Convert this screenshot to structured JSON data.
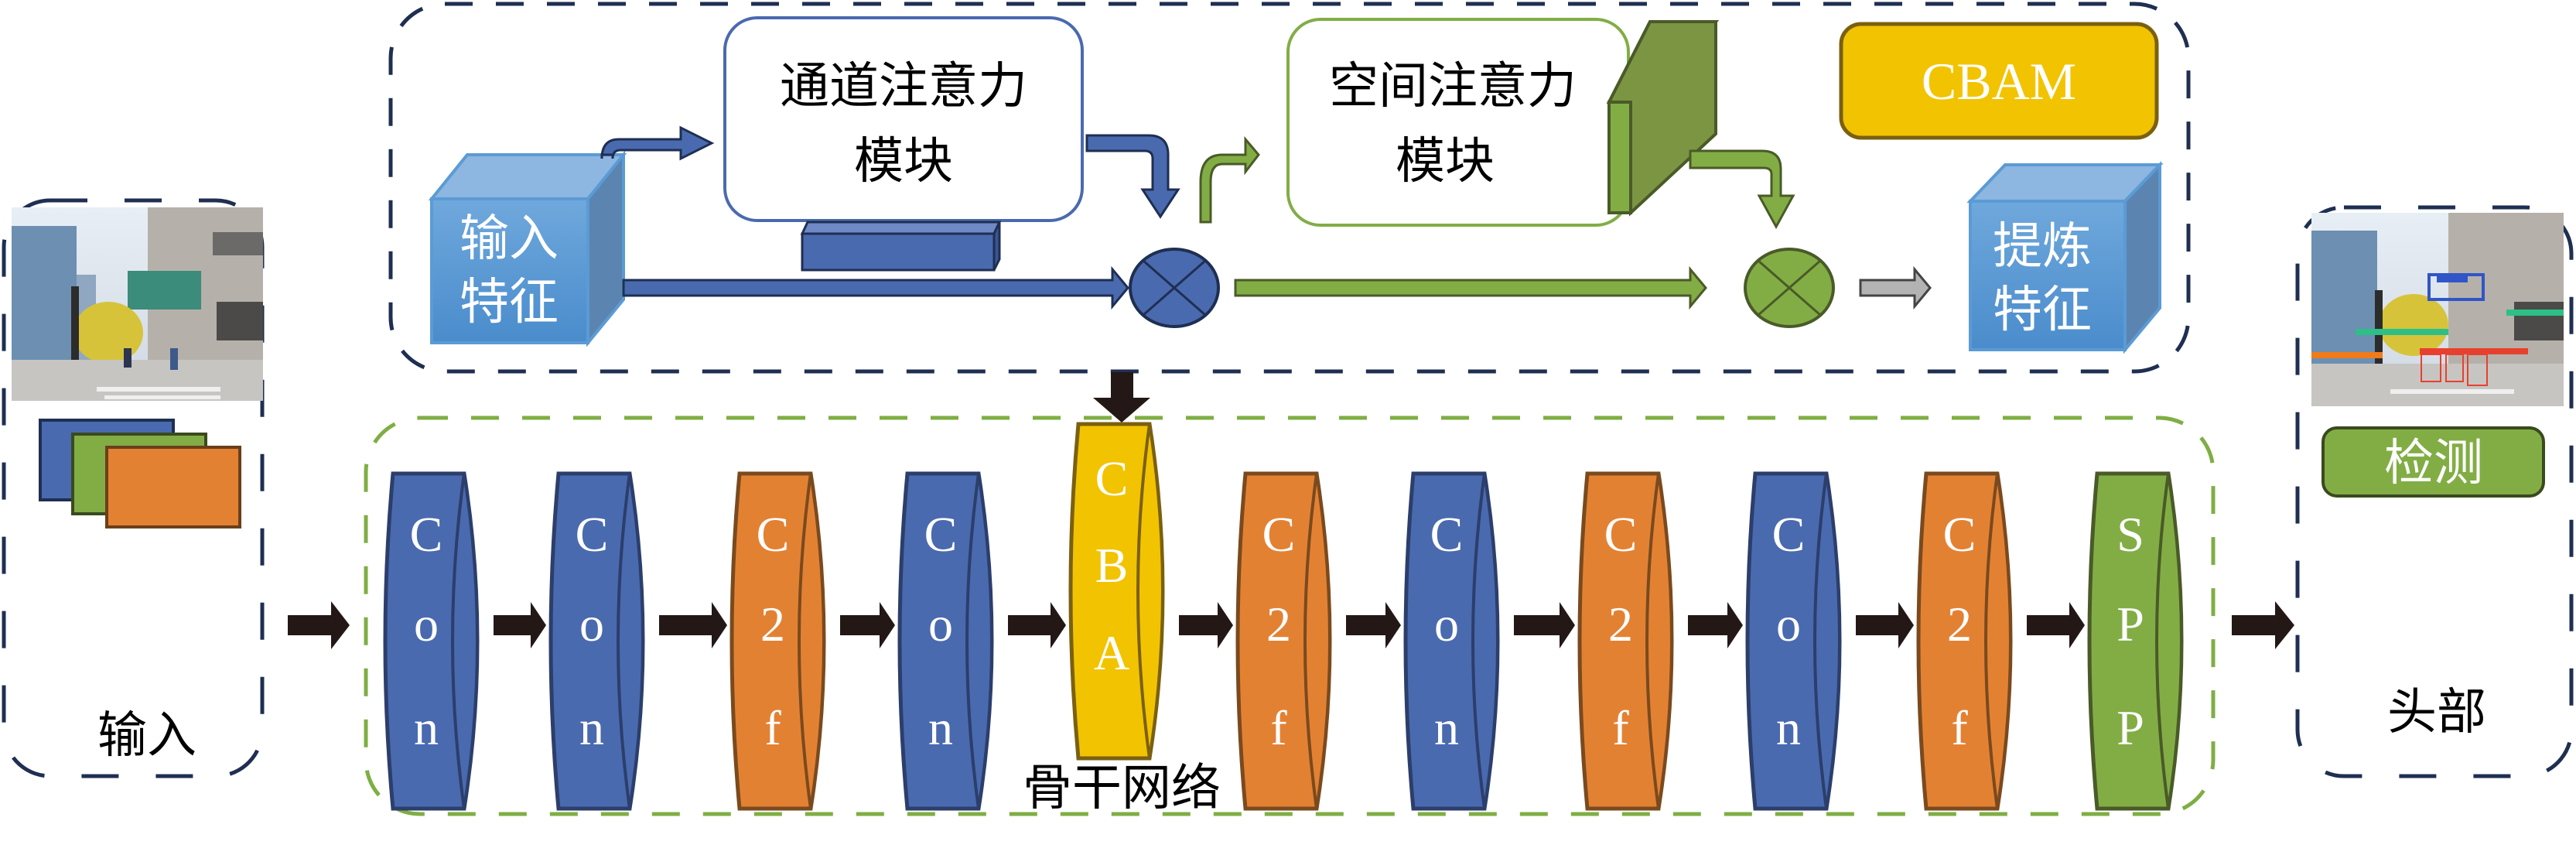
{
  "colors": {
    "blue": "#4a6aaf",
    "blue_dark": "#2c3e6b",
    "orange": "#e38133",
    "orange_dark": "#7a4a1e",
    "yellow": "#f2c300",
    "yellow_dark": "#7a6010",
    "green": "#82ad45",
    "green_dark": "#4a5a28",
    "light_blue": "#5b9bd5",
    "gray_arrow": "#b3b3b3",
    "navy_dash": "#1f2f52",
    "green_dash": "#7fae44",
    "arrow_black": "#231815"
  },
  "cbam_module": {
    "input_feature": [
      "输入",
      "特征"
    ],
    "channel_attention": [
      "通道注意力",
      "模块"
    ],
    "spatial_attention": [
      "空间注意力",
      "模块"
    ],
    "refined_feature": [
      "提炼",
      "特征"
    ],
    "badge": "CBAM"
  },
  "input_panel": {
    "label": "输入",
    "image_alt": "street-scene-photo"
  },
  "backbone": {
    "label": "骨干网络",
    "blocks": [
      {
        "type": "conv",
        "letters": [
          "C",
          "o",
          "n"
        ]
      },
      {
        "type": "conv",
        "letters": [
          "C",
          "o",
          "n"
        ]
      },
      {
        "type": "c2f",
        "letters": [
          "C",
          "2",
          "f"
        ]
      },
      {
        "type": "conv",
        "letters": [
          "C",
          "o",
          "n"
        ]
      },
      {
        "type": "cbam",
        "letters": [
          "C",
          "B",
          "A"
        ]
      },
      {
        "type": "c2f",
        "letters": [
          "C",
          "2",
          "f"
        ]
      },
      {
        "type": "conv",
        "letters": [
          "C",
          "o",
          "n"
        ]
      },
      {
        "type": "c2f",
        "letters": [
          "C",
          "2",
          "f"
        ]
      },
      {
        "type": "conv",
        "letters": [
          "C",
          "o",
          "n"
        ]
      },
      {
        "type": "c2f",
        "letters": [
          "C",
          "2",
          "f"
        ]
      },
      {
        "type": "spp",
        "letters": [
          "S",
          "P",
          "P"
        ]
      }
    ]
  },
  "head_panel": {
    "detect_label": "检测",
    "label": "头部",
    "image_alt": "street-scene-detection-result"
  }
}
